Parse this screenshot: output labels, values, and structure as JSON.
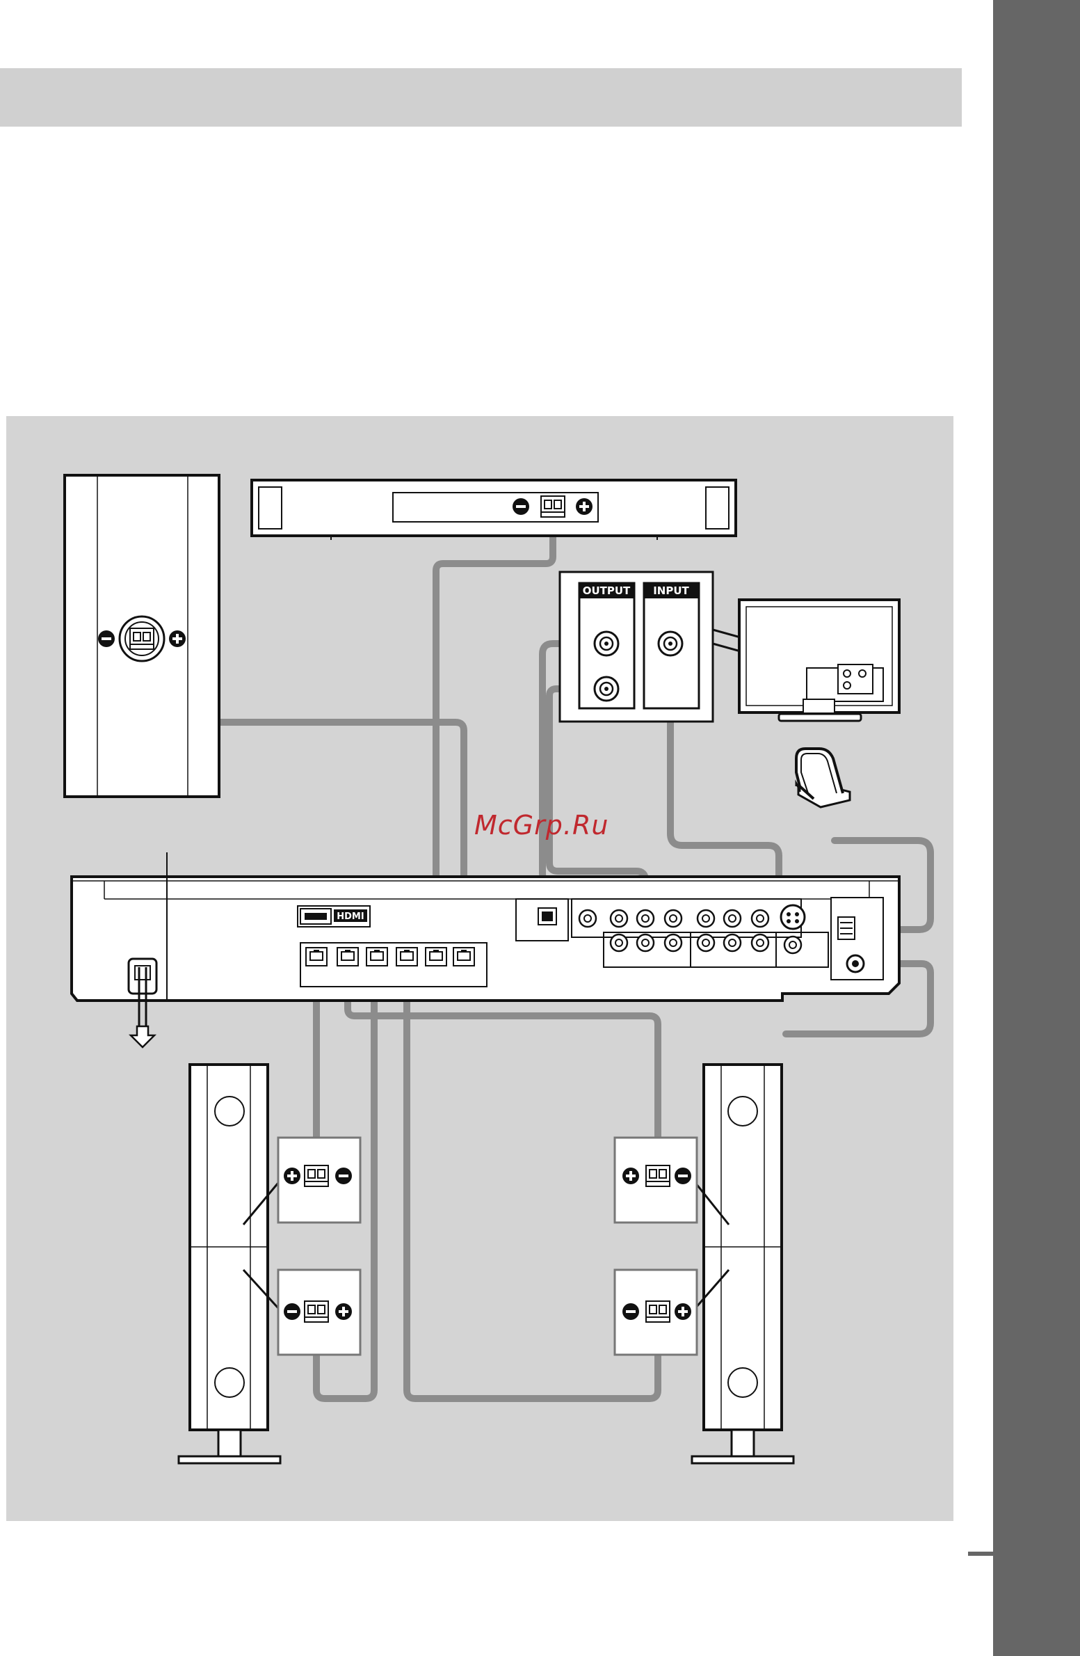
{
  "page": {
    "side_tab_color": "#666666",
    "header_band_color": "#d0d0d0",
    "panel_color": "#d4d4d4",
    "cable_color": "#8c8c8c"
  },
  "watermark": "McGrp.Ru",
  "labels": {
    "output": "OUTPUT",
    "input": "INPUT",
    "hdmi": "HDMI"
  },
  "icons": {
    "plus": "plus-terminal-icon",
    "minus": "minus-terminal-icon",
    "arrow": "down-arrow-icon"
  }
}
